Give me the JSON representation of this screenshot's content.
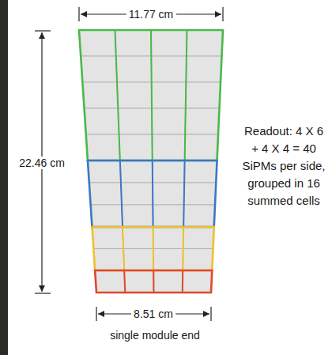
{
  "diagram": {
    "labels": [
      "11.77 cm",
      "22.46 cm",
      "Readout: 4 X 6 + 4 X 4 = 40 SiPMs per side, grouped in 16 summed cells",
      "8.51 cm",
      "single module end"
    ]
  }
}
